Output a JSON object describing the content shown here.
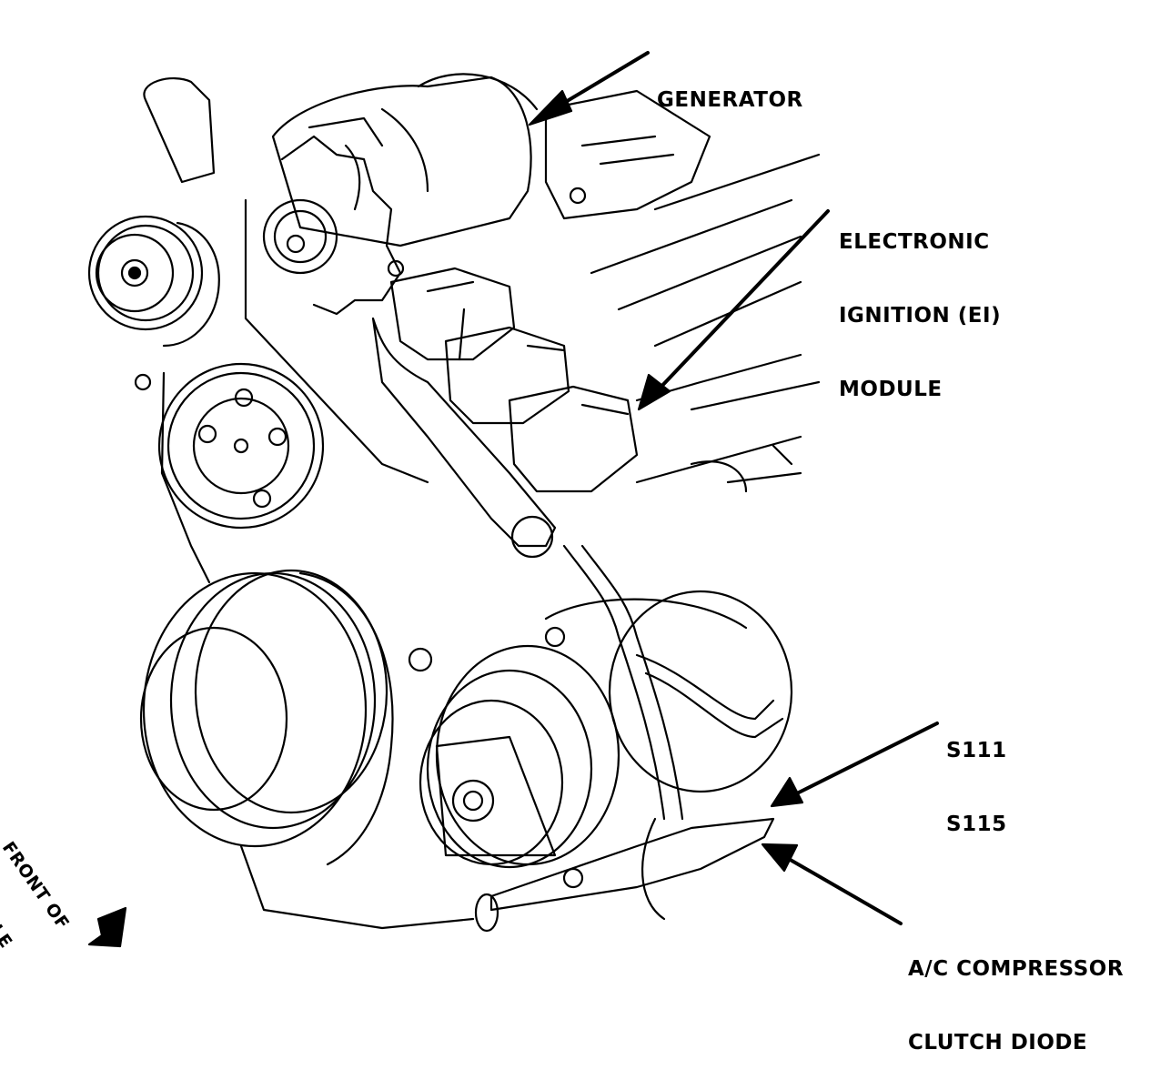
{
  "diagram": {
    "title": "Engine component locator",
    "colors": {
      "ink": "#000000",
      "paper": "#ffffff"
    },
    "callouts": [
      {
        "id": "generator",
        "lines": [
          "GENERATOR"
        ]
      },
      {
        "id": "ei_module",
        "lines": [
          "ELECTRONIC",
          "IGNITION (EI)",
          "MODULE"
        ]
      },
      {
        "id": "splices",
        "lines": [
          "S111",
          "S115"
        ]
      },
      {
        "id": "diode",
        "lines": [
          "A/C COMPRESSOR",
          "CLUTCH DIODE"
        ]
      }
    ],
    "orientation": {
      "lines": [
        "FRONT OF",
        "VEHICLE"
      ],
      "icon": "arrow-down-left-icon"
    }
  }
}
